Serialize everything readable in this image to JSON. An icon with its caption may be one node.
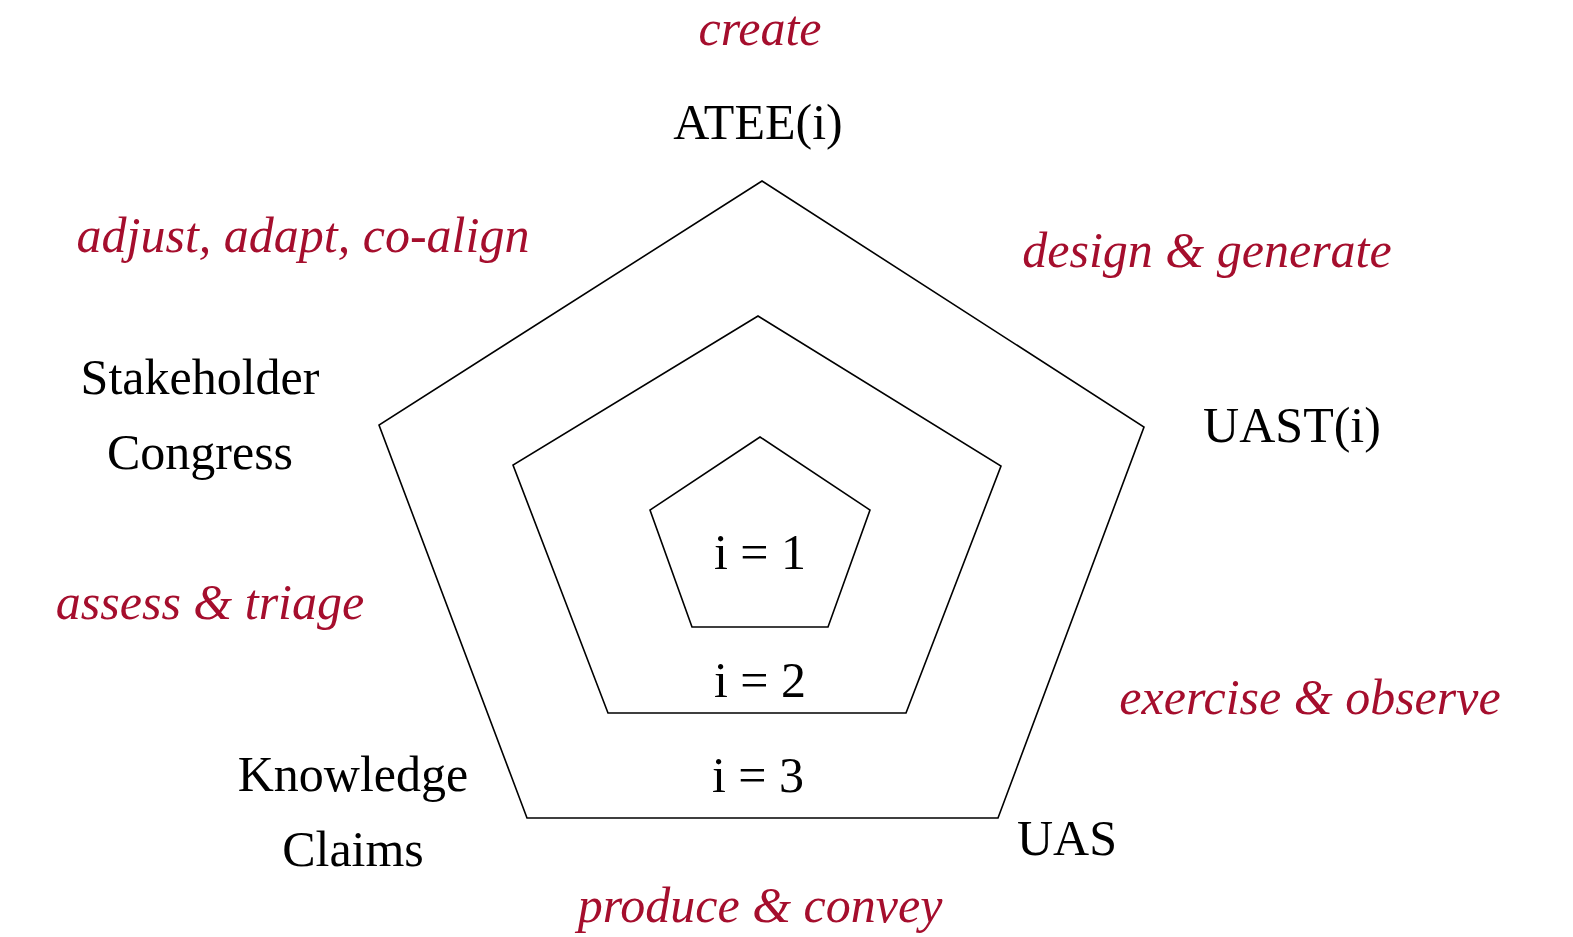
{
  "diagram": {
    "nodes": [
      {
        "text": [
          "i = 3"
        ]
      },
      {
        "text": [
          "i = 2"
        ],
        "in": 0
      },
      {
        "text": [
          "i = 1"
        ],
        "in": 1
      }
    ],
    "labels": [
      "create",
      "ATEE(i)",
      "adjust, adapt, co-align",
      "design & generate",
      "Stakeholder Congress",
      "UAST(i)",
      "assess & triage",
      "exercise & observe",
      "Knowledge Claims",
      "UAS",
      "produce & convey"
    ]
  }
}
